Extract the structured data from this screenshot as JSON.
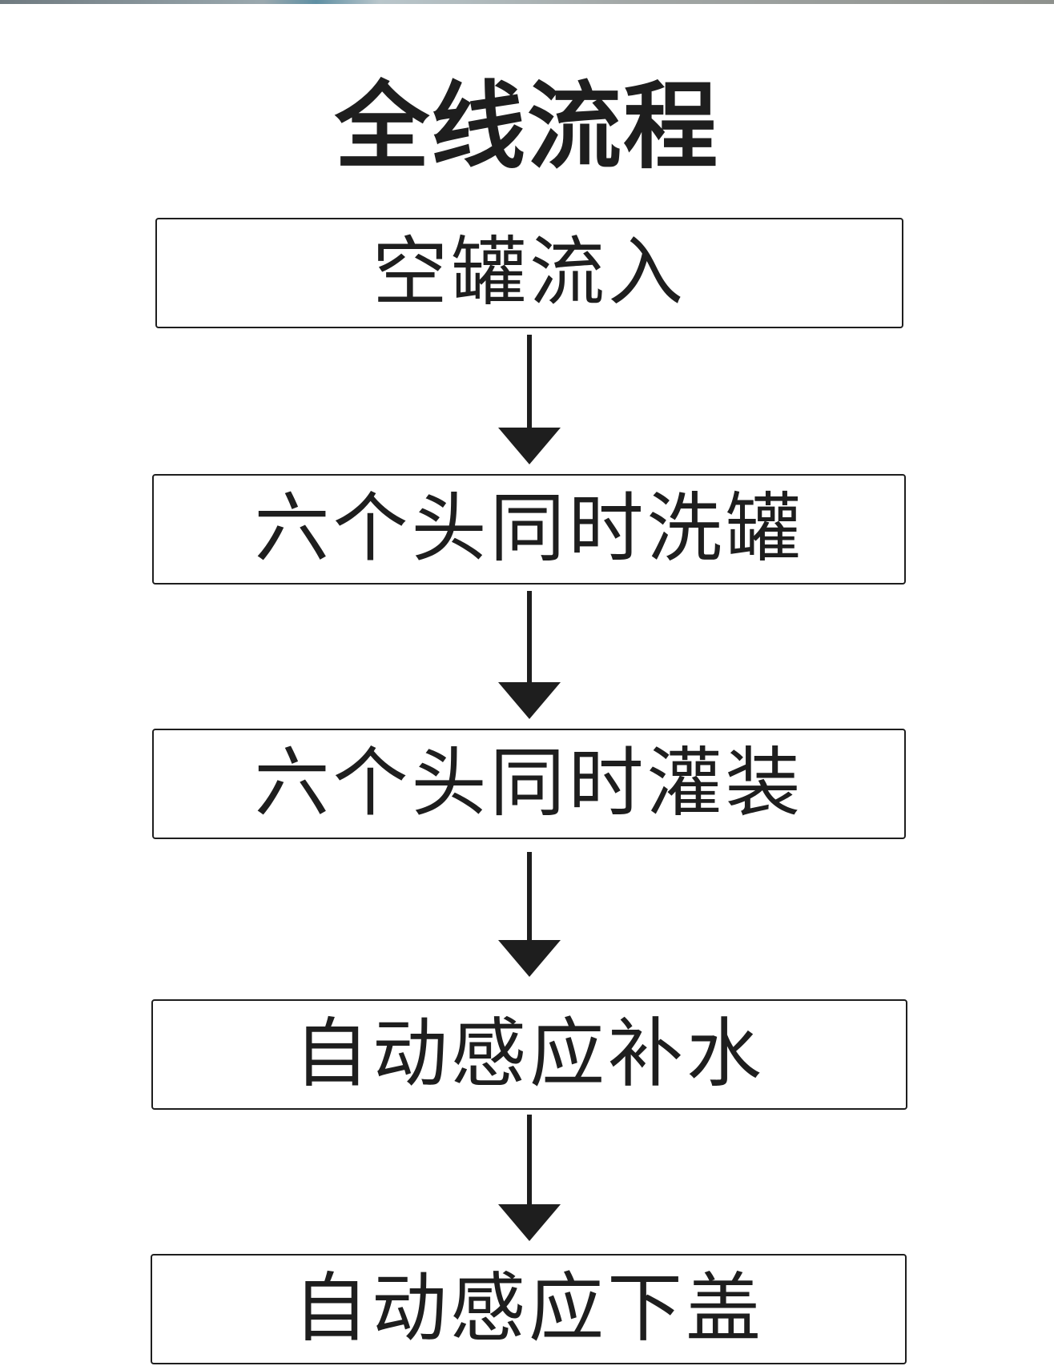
{
  "title": "全线流程",
  "steps": [
    {
      "label": "空罐流入"
    },
    {
      "label": "六个头同时洗罐"
    },
    {
      "label": "六个头同时灌装"
    },
    {
      "label": "自动感应补水"
    },
    {
      "label": "自动感应下盖"
    }
  ],
  "colors": {
    "text": "#1e1e1e",
    "border": "#1e1e1e",
    "background": "#ffffff"
  }
}
